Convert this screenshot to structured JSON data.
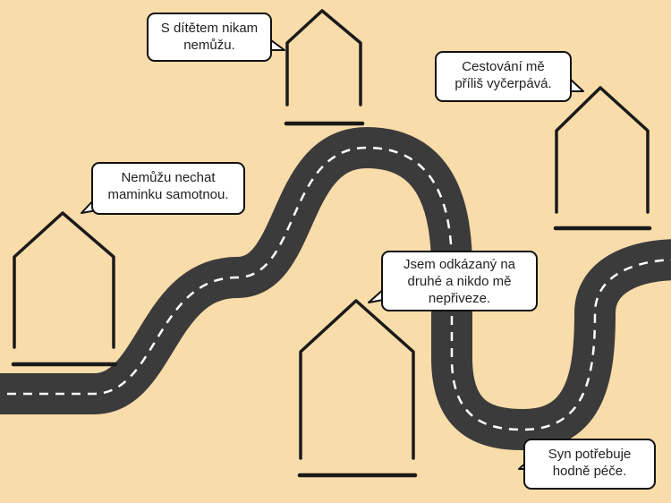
{
  "colors": {
    "background": "#f8dcaa",
    "road": "#3b3b3b",
    "road_dashes": "#ffffff",
    "house_lines": "#1a1a1a",
    "bubble_fill": "#ffffff",
    "bubble_border": "#111111"
  },
  "bubbles": [
    {
      "id": "top-left",
      "lines": [
        "S dítětem nikam",
        "nemůžu."
      ]
    },
    {
      "id": "top-right",
      "lines": [
        "Cestování mě",
        "příliš vyčerpává."
      ]
    },
    {
      "id": "middle-left",
      "lines": [
        "Nemůžu nechat",
        "maminku  samotnou."
      ]
    },
    {
      "id": "middle-center",
      "lines": [
        "Jsem odkázaný na",
        "druhé a nikdo mě",
        "nepřiveze."
      ]
    },
    {
      "id": "bottom-right",
      "lines": [
        "Syn potřebuje",
        "hodně péče."
      ]
    }
  ]
}
